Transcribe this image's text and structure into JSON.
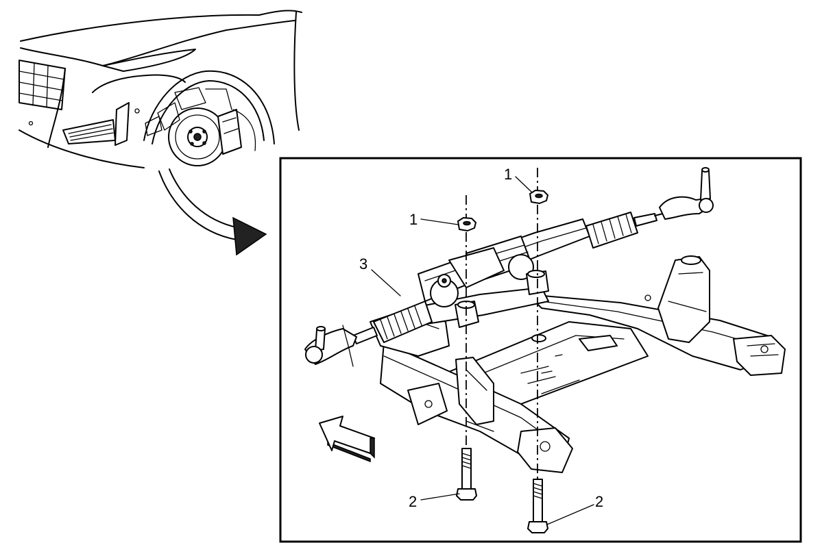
{
  "callouts": {
    "nut_left": "1",
    "nut_right": "1",
    "bolt_left": "2",
    "bolt_right": "2",
    "steering_gear": "3"
  }
}
